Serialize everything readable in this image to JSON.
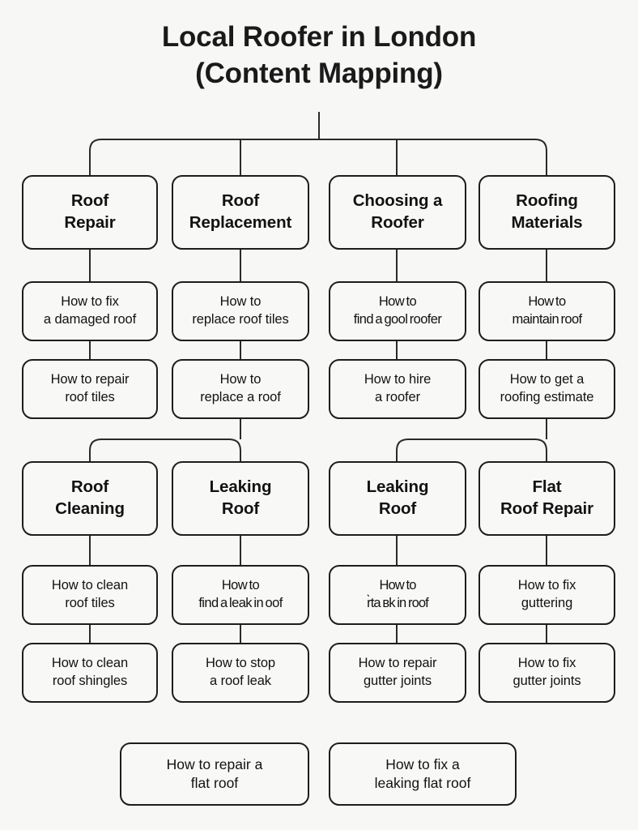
{
  "page": {
    "background_color": "#f7f7f6",
    "node_border_color": "#1d1d1d",
    "node_fill_color": "#f8f8f7",
    "connector_color": "#2a2a2a",
    "text_color": "#121212"
  },
  "title": {
    "line1": "Local Roofer in London",
    "line2": "(Content Mapping)",
    "full": "Local Roofer in London (Content Mapping)"
  },
  "clusters": [
    {
      "id": "cluster-1",
      "columns": [
        {
          "id": "col-roof-repair",
          "header": "Roof\nRepair",
          "children": [
            "How to fix\na damaged roof",
            "How to repair\nroof tiles"
          ]
        },
        {
          "id": "col-roof-replacement",
          "header": "Roof\nReplacement",
          "children": [
            "How to\nreplace roof tiles",
            "How to\nreplace a roof"
          ]
        },
        {
          "id": "col-choosing-a-roofer",
          "header": "Choosing a\nRoofer",
          "children": [
            "How to\nfind a gool roofer",
            "How to hire\na roofer"
          ]
        },
        {
          "id": "col-roofing-materials",
          "header": "Roofing\nMaterials",
          "children": [
            "How to\nmaintain roof",
            "How to get a\nroofing estimate"
          ]
        }
      ]
    },
    {
      "id": "cluster-2",
      "columns": [
        {
          "id": "col-roof-cleaning",
          "header": "Roof\nCleaning",
          "children": [
            "How to clean\nroof tiles",
            "How to clean\nroof shingles"
          ]
        },
        {
          "id": "col-leaking-roof-a",
          "header": "Leaking\nRoof",
          "children": [
            "How to\nfind a leak in oof",
            "How to stop\na roof leak"
          ]
        },
        {
          "id": "col-leaking-roof-b",
          "header": "Leaking\nRoof",
          "children": [
            "How to\nr̀ta ʙk in roof",
            "How to repair\ngutter joints"
          ]
        },
        {
          "id": "col-flat-roof-repair",
          "header": "Flat\nRoof Repair",
          "children": [
            "How to fix\nguttering",
            "How to fix\ngutter joints"
          ]
        }
      ]
    }
  ],
  "footer_nodes": [
    "How to repair a\nflat roof",
    "How to fix a\nleaking flat roof"
  ]
}
